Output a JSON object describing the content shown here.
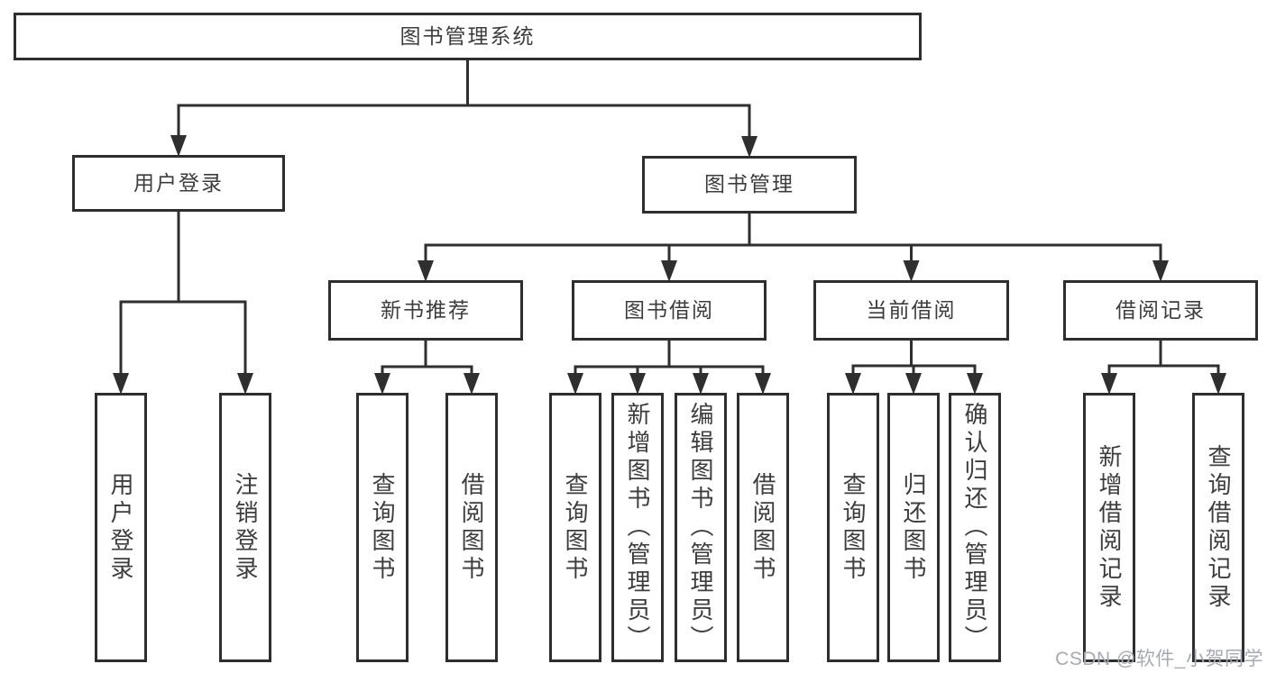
{
  "diagram": {
    "title": "图书管理系统",
    "watermark": "CSDN @软件_小贺同学",
    "colors": {
      "line": "#2f2f2f",
      "box_border": "#2e2e2e",
      "text": "#3d3d3d",
      "watermark": "#a7aab0",
      "background": "#ffffff"
    },
    "nodes": [
      {
        "id": "root",
        "label": "图书管理系统",
        "orientation": "horizontal"
      },
      {
        "id": "user-login",
        "label": "用户登录",
        "orientation": "horizontal"
      },
      {
        "id": "book-mgmt",
        "label": "图书管理",
        "orientation": "horizontal"
      },
      {
        "id": "new-book-rec",
        "label": "新书推荐",
        "orientation": "horizontal"
      },
      {
        "id": "book-borrow",
        "label": "图书借阅",
        "orientation": "horizontal"
      },
      {
        "id": "current-borrow",
        "label": "当前借阅",
        "orientation": "horizontal"
      },
      {
        "id": "borrow-records",
        "label": "借阅记录",
        "orientation": "horizontal"
      },
      {
        "id": "col-user-login",
        "label": "用户登录",
        "orientation": "vertical"
      },
      {
        "id": "col-logout",
        "label": "注销登录",
        "orientation": "vertical"
      },
      {
        "id": "col-query-book-1",
        "label": "查询图书",
        "orientation": "vertical"
      },
      {
        "id": "col-borrow-book-1",
        "label": "借阅图书",
        "orientation": "vertical"
      },
      {
        "id": "col-query-book-2",
        "label": "查询图书",
        "orientation": "vertical"
      },
      {
        "id": "col-add-book",
        "label": "新增图书（管理员）",
        "orientation": "vertical"
      },
      {
        "id": "col-edit-book",
        "label": "编辑图书（管理员）",
        "orientation": "vertical"
      },
      {
        "id": "col-borrow-book-2",
        "label": "借阅图书",
        "orientation": "vertical"
      },
      {
        "id": "col-query-book-3",
        "label": "查询图书",
        "orientation": "vertical"
      },
      {
        "id": "col-return-book",
        "label": "归还图书",
        "orientation": "vertical"
      },
      {
        "id": "col-confirm-return",
        "label": "确认归还（管理员）",
        "orientation": "vertical"
      },
      {
        "id": "col-add-record",
        "label": "新增借阅记录",
        "orientation": "vertical"
      },
      {
        "id": "col-query-record",
        "label": "查询借阅记录",
        "orientation": "vertical"
      }
    ],
    "edges": [
      {
        "from": "root",
        "to": [
          "user-login",
          "book-mgmt"
        ]
      },
      {
        "from": "user-login",
        "to": [
          "col-user-login",
          "col-logout"
        ]
      },
      {
        "from": "book-mgmt",
        "to": [
          "new-book-rec",
          "book-borrow",
          "current-borrow",
          "borrow-records"
        ]
      },
      {
        "from": "new-book-rec",
        "to": [
          "col-query-book-1",
          "col-borrow-book-1"
        ]
      },
      {
        "from": "book-borrow",
        "to": [
          "col-query-book-2",
          "col-add-book",
          "col-edit-book",
          "col-borrow-book-2"
        ]
      },
      {
        "from": "current-borrow",
        "to": [
          "col-query-book-3",
          "col-return-book",
          "col-confirm-return"
        ]
      },
      {
        "from": "borrow-records",
        "to": [
          "col-add-record",
          "col-query-record"
        ]
      }
    ]
  }
}
